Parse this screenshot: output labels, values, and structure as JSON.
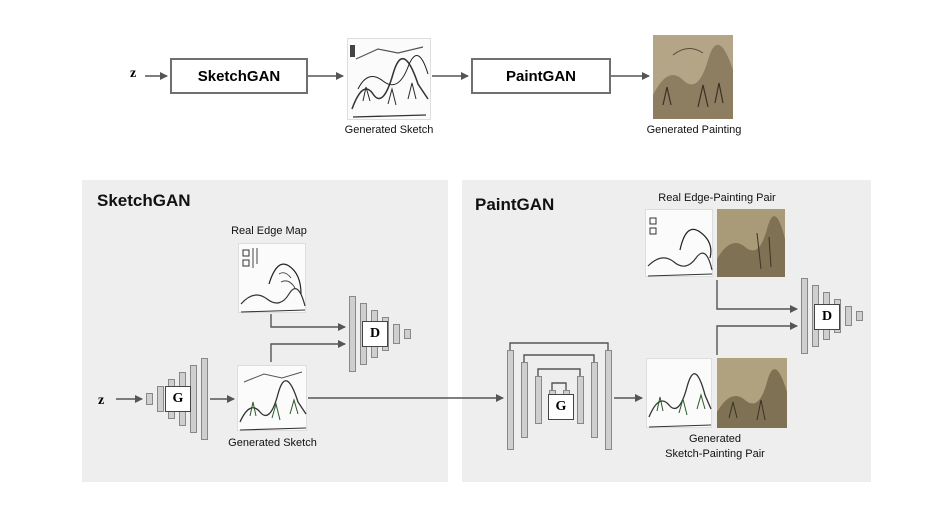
{
  "top": {
    "z_label": "z",
    "sketchgan_label": "SketchGAN",
    "paintgan_label": "PaintGAN",
    "generated_sketch_caption": "Generated Sketch",
    "generated_painting_caption": "Generated Painting"
  },
  "sketch_panel": {
    "title": "SketchGAN",
    "real_edge_map_caption": "Real Edge Map",
    "generated_sketch_caption": "Generated Sketch",
    "z_label": "z",
    "generator_label": "G",
    "discriminator_label": "D"
  },
  "paint_panel": {
    "title": "PaintGAN",
    "real_pair_caption": "Real Edge-Painting Pair",
    "generated_pair_caption_line1": "Generated",
    "generated_pair_caption_line2": "Sketch-Painting Pair",
    "generator_label": "G",
    "discriminator_label": "D"
  },
  "colors": {
    "panel_bg": "#eeeeee",
    "box_border": "#6f6f6f",
    "bar_fill": "#cfcfcf",
    "arrow": "#555555",
    "painting": "#a8997a"
  }
}
